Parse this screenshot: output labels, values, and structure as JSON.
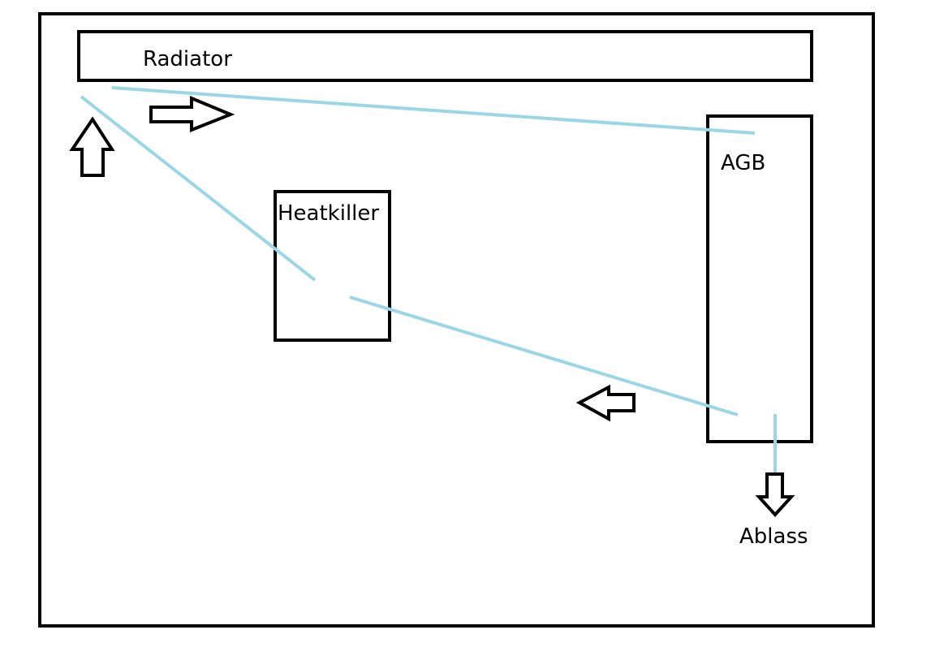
{
  "diagram": {
    "components": {
      "radiator": "Radiator",
      "agb": "AGB",
      "heatkiller": "Heatkiller",
      "drain": "Ablass"
    },
    "colors": {
      "tubing": "#9ad6e6",
      "outline": "#000000",
      "background": "#ffffff"
    }
  }
}
